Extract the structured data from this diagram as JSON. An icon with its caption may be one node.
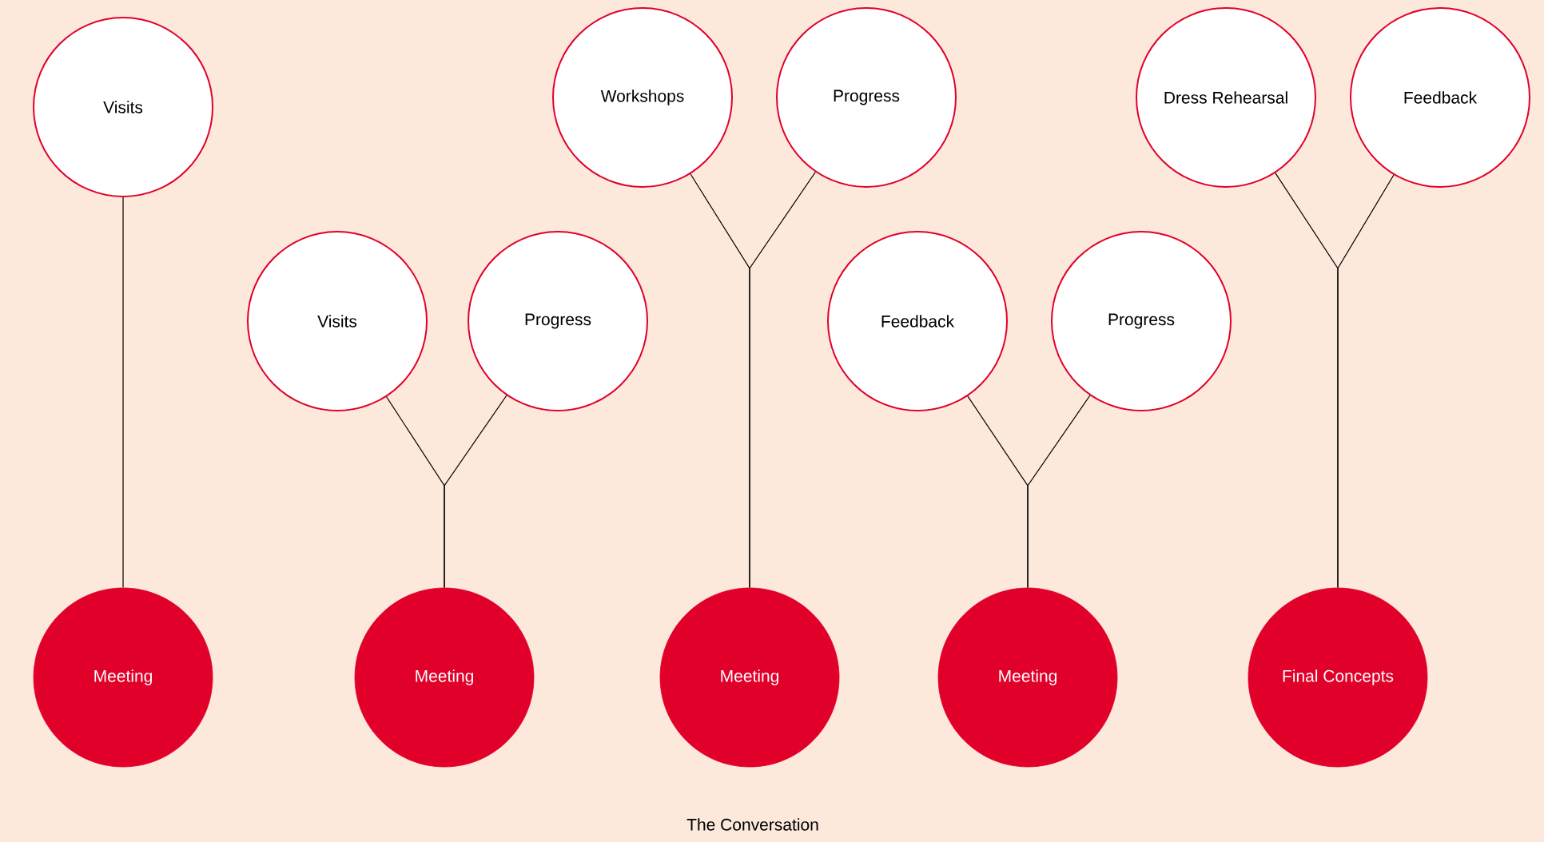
{
  "diagram": {
    "caption": "The Conversation",
    "nodes": [
      {
        "text": [
          "Visits"
        ]
      },
      {
        "text": [
          "Visits"
        ]
      },
      {
        "text": [
          "Progress"
        ]
      },
      {
        "text": [
          "Workshops"
        ]
      },
      {
        "text": [
          "Progress"
        ]
      },
      {
        "text": [
          "Feedback"
        ]
      },
      {
        "text": [
          "Progress"
        ]
      },
      {
        "text": [
          "Dress Rehearsal"
        ]
      },
      {
        "text": [
          "Feedback"
        ]
      },
      {
        "text": [
          "Meeting"
        ]
      },
      {
        "text": [
          "Meeting"
        ]
      },
      {
        "text": [
          "Meeting"
        ]
      },
      {
        "text": [
          "Meeting"
        ]
      },
      {
        "text": [
          "Final Concepts"
        ]
      }
    ],
    "edges": [
      {
        "from": 0,
        "to": 9,
        "arrow": "none"
      },
      {
        "from": 1,
        "to": 10,
        "arrow": "none"
      },
      {
        "from": 2,
        "to": 10,
        "arrow": "none"
      },
      {
        "from": 3,
        "to": 11,
        "arrow": "none"
      },
      {
        "from": 4,
        "to": 11,
        "arrow": "none"
      },
      {
        "from": 5,
        "to": 12,
        "arrow": "none"
      },
      {
        "from": 6,
        "to": 12,
        "arrow": "none"
      },
      {
        "from": 7,
        "to": 13,
        "arrow": "none"
      },
      {
        "from": 8,
        "to": 13,
        "arrow": "none"
      }
    ]
  }
}
